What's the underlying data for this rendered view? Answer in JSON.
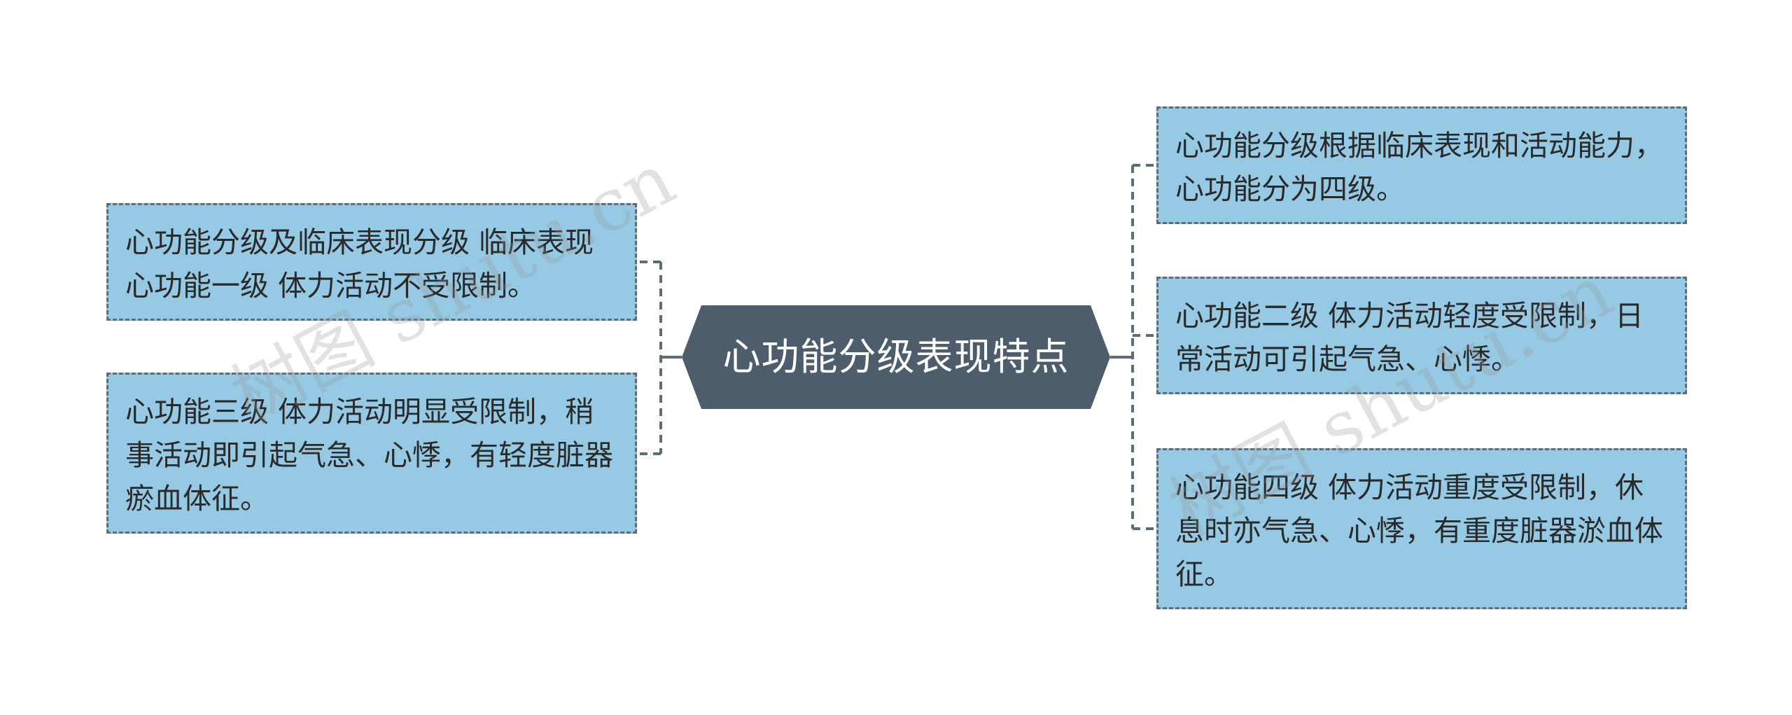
{
  "mindmap": {
    "central": {
      "title": "心功能分级表现特点"
    },
    "left": [
      {
        "text": "心功能分级及临床表现分级 临床表现心功能一级 体力活动不受限制。"
      },
      {
        "text": "心功能三级 体力活动明显受限制，稍事活动即引起气急、心悸，有轻度脏器瘀血体征。"
      }
    ],
    "right": [
      {
        "text": "心功能分级根据临床表现和活动能力，心功能分为四级。"
      },
      {
        "text": "心功能二级 体力活动轻度受限制，日常活动可引起气急、心悸。"
      },
      {
        "text": "心功能四级 体力活动重度受限制，休息时亦气急、心悸，有重度脏器淤血体征。"
      }
    ]
  },
  "watermarks": [
    "树图 shutu.cn",
    "树图 shutu.cn"
  ],
  "colors": {
    "central_fill": "#4d5d6b",
    "node_fill": "#96cae4",
    "node_border": "#5d6d77",
    "connector": "#5d6d77"
  }
}
